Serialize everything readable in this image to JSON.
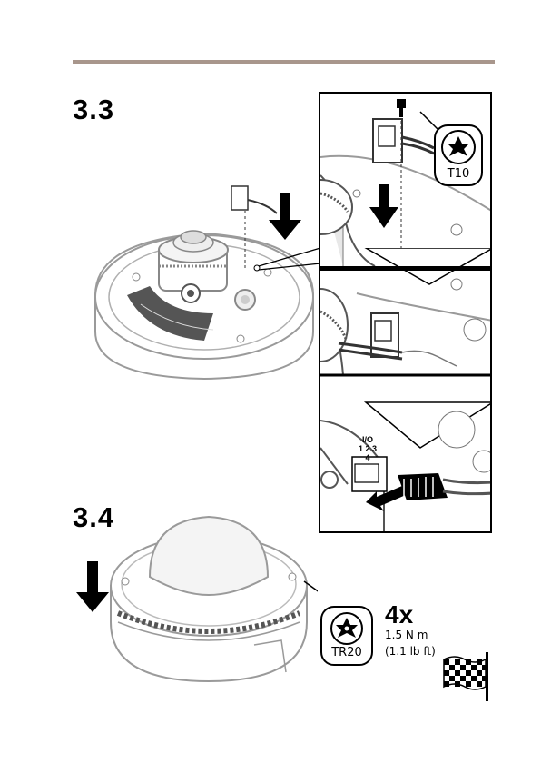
{
  "steps": {
    "step_3_3": "3.3",
    "step_3_4": "3.4"
  },
  "tools": {
    "detail_bit": "T10",
    "cover_bit": "TR20"
  },
  "screw_spec": {
    "quantity": "4x",
    "torque_metric": "1.5 N m",
    "torque_imperial": "(1.1 lb ft)"
  },
  "connector_label": {
    "title": "I/O",
    "pins": "1 2 3 4"
  },
  "icons": [
    "torx-bit-icon",
    "down-arrow-icon",
    "right-arrow-icon",
    "checkered-flag-icon"
  ],
  "colors": {
    "rule": "#a8968c",
    "line": "#000000",
    "gray": "#9a9a9a"
  }
}
